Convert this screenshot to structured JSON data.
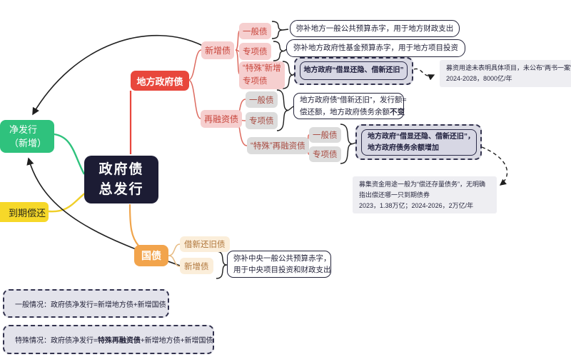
{
  "palette": {
    "center_bg": "#1c1c34",
    "local_red": "#e8473c",
    "treasury_orange": "#f2a44c",
    "net_green": "#2fc27d",
    "maturity_yellow": "#f6d829",
    "pink_child": "#f6cfcf",
    "gray_child": "#dcdcdc",
    "cream_child": "#fbeeda",
    "dashed_fill": "#d9d9e3",
    "gray_note": "#eeeef2"
  },
  "nodes": {
    "center_l1": "政府债",
    "center_l2": "总发行",
    "net_l1": "净发行",
    "net_l2": "（新增）",
    "maturity": "到期偿还",
    "local": "地方政府债",
    "treasury": "国债",
    "new_debt": "新增债",
    "refinancing": "再融资债",
    "general_new": "一般债",
    "special_new": "专项债",
    "special_new_extra_l1": "“特殊”新增",
    "special_new_extra_l2": "专项债",
    "general_refi": "一般债",
    "special_refi": "专项债",
    "special_refinancing": "“特殊”再融资债",
    "general_srefi": "一般债",
    "special_srefi": "专项债",
    "rollover": "借新还旧债",
    "new_national": "新增债"
  },
  "annotations": {
    "a1": "弥补地方一般公共预算赤字，用于地方财政支出",
    "a2": "弥补地方政府性基金预算赤字，用于地方项目投资",
    "d1": "地方政府“借显还隐、借新还旧”",
    "g1_l1": "募资用途未表明具体项目，未公布“两书一案”",
    "g1_l2": "2024-2028，8000亿/年",
    "w1_l1": "地方政府债“借新还旧”，发行额=",
    "w1_l2a": "偿还额，地方政府债务余额",
    "w1_l2b": "不变",
    "d2_l1": "地方政府“借显还隐、借新还旧”，",
    "d2_l2a": "地方政府债务余额",
    "d2_l2b": "增加",
    "g2_l1": "募集资金用途一般为“偿还存量债务”，无明确",
    "g2_l2": "指出偿还哪一只到期债券",
    "g2_l3": "2023，1.38万亿；2024-2026，2万亿/年",
    "w2_l1": "弥补中央一般公共预算赤字，",
    "w2_l2": "用于中央项目投资和财政支出"
  },
  "notes": {
    "n1": "一般情况：政府债净发行=新增地方债+新增国债",
    "n2_pre": "特殊情况：政府债净发行=",
    "n2_bold": "特殊再融资债",
    "n2_post": "+新增地方债+新增国债"
  }
}
